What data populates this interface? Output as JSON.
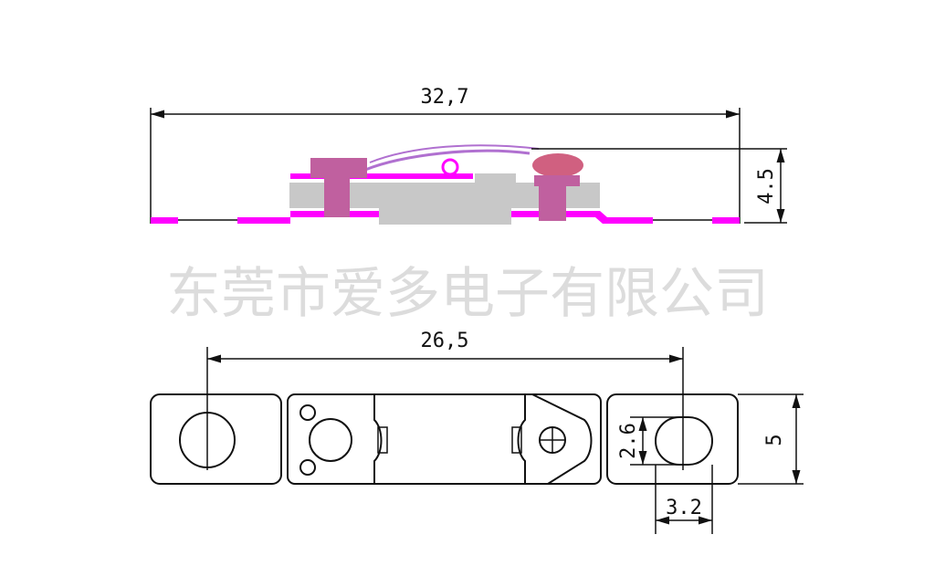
{
  "watermark": "东莞市爱多电子有限公司",
  "dimensions": {
    "overall_length": "32,7",
    "height": "4.5",
    "hole_spacing": "26,5",
    "width": "5",
    "slot_height": "2.6",
    "slot_width": "3.2"
  },
  "colors": {
    "line": "#111111",
    "terminal": "#ff00ff",
    "body": "#c8c8c8",
    "rivet": "#c0609f",
    "bimetal": "#b070d0",
    "contact": "#d06080"
  }
}
